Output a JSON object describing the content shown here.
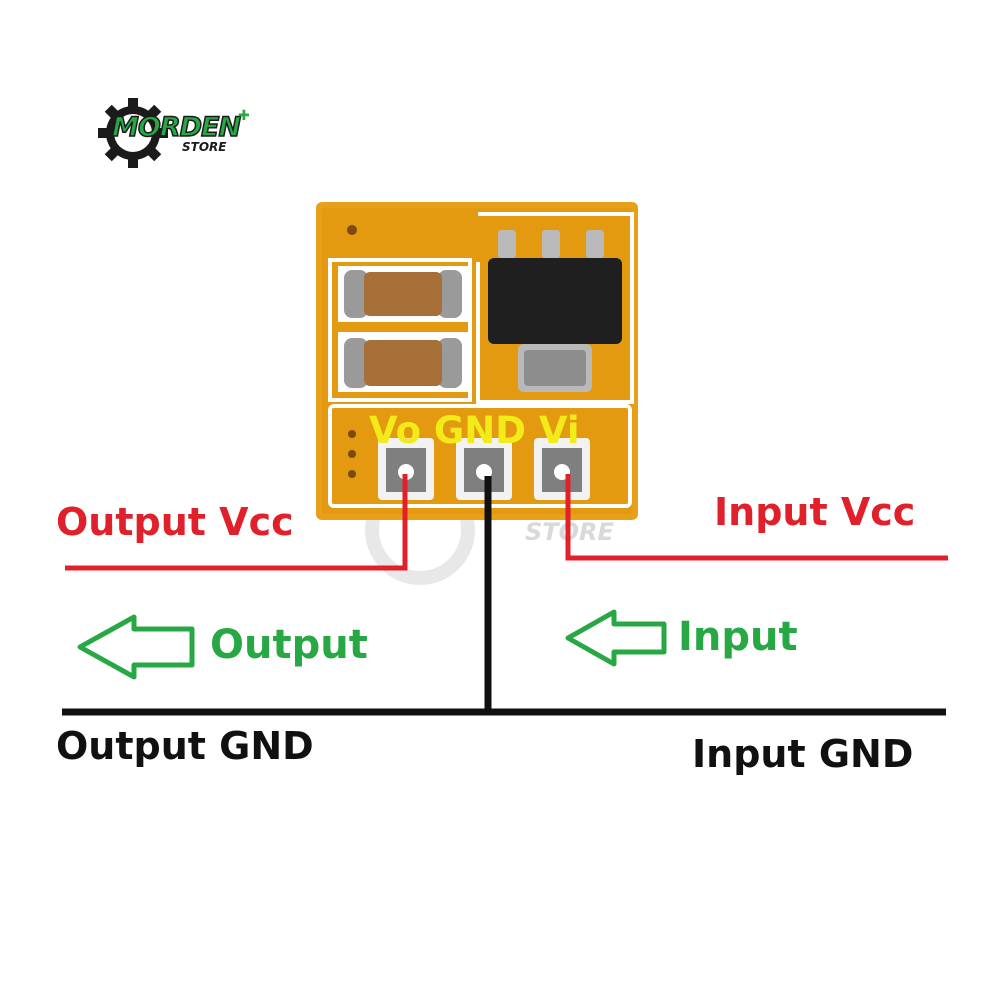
{
  "logo": {
    "brand": "MORDEN",
    "sub": "STORE"
  },
  "board": {
    "pin_labels": "Vo GND Vi",
    "watermark_text": "STORE"
  },
  "labels": {
    "output_vcc": "Output Vcc",
    "input_vcc": "Input Vcc",
    "output": "Output",
    "input": "Input",
    "output_gnd": "Output GND",
    "input_gnd": "Input GND"
  },
  "colors": {
    "vcc_wire": "#e0202a",
    "gnd_wire": "#111111",
    "arrow": "#27a844",
    "pin_label": "#f3ea1a",
    "pcb": "#e39a10"
  },
  "icons": {
    "output_arrow": "arrow-left-outline-icon",
    "input_arrow": "arrow-left-outline-icon"
  }
}
